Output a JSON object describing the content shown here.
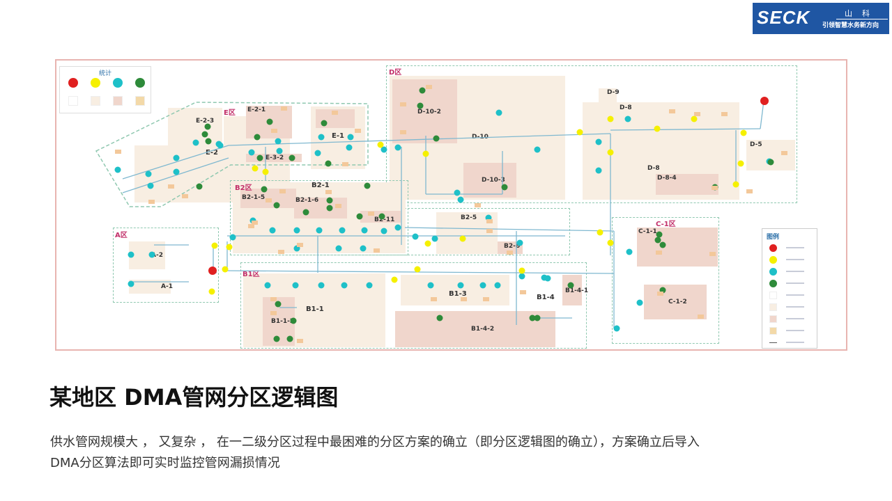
{
  "logo": {
    "brand": "SECK",
    "registered": "®",
    "cn_name": "山科",
    "slogan": "引领智慧水务新方向",
    "bg_color": "#1f56a3"
  },
  "diagram": {
    "stats": {
      "title": "统计"
    },
    "legend": {
      "title": "图例"
    },
    "zones": {
      "D": "D区",
      "E": "E区",
      "B2": "B2区",
      "A": "A区",
      "B1": "B1区",
      "C1": "C-1区"
    },
    "areas": {
      "D10": "D-10",
      "D10_2": "D-10-2",
      "D10_3": "D-10-3",
      "D9": "D-9",
      "D8": "D-8",
      "D8_4": "D-8-4",
      "D5": "D-5",
      "E2": "E-2",
      "E2_1": "E-2-1",
      "E2_3": "E-2-3",
      "E1": "E-1",
      "E3_2": "E-3-2",
      "B2_1": "B2-1",
      "B2_1_5": "B2-1-5",
      "B2_1_6": "B2-1-6",
      "B2_11": "B2-11",
      "B2_5": "B2-5",
      "B2_6": "B2-6",
      "A2": "A-2",
      "A1": "A-1",
      "B1_1": "B1-1",
      "B1_1_2": "B1-1-2",
      "B1_3": "B1-3",
      "B1_4": "B1-4",
      "B1_4_1": "B1-4-1",
      "B1_4_2": "B1-4-2",
      "C1_1": "C-1-1",
      "C1_2": "C-1-2"
    },
    "colors": {
      "source": "#e02020",
      "level1_meter": "#f5f000",
      "level2_meter": "#1ec0c8",
      "level3_meter": "#2e8b3a",
      "pipe": "#7fb8d0",
      "zone_border": "#8fc8b0",
      "area_level1": "#f8eee2",
      "area_level2": "#f0d6cc",
      "frame": "#e8b4b0"
    }
  },
  "title": "某地区 DMA管网分区逻辑图",
  "description": "供水管网规模大 ， 又复杂 ， 在一二级分区过程中最困难的分区方案的确立（即分区逻辑图的确立），方案确立后导入 DMA分区算法即可实时监控管网漏损情况"
}
